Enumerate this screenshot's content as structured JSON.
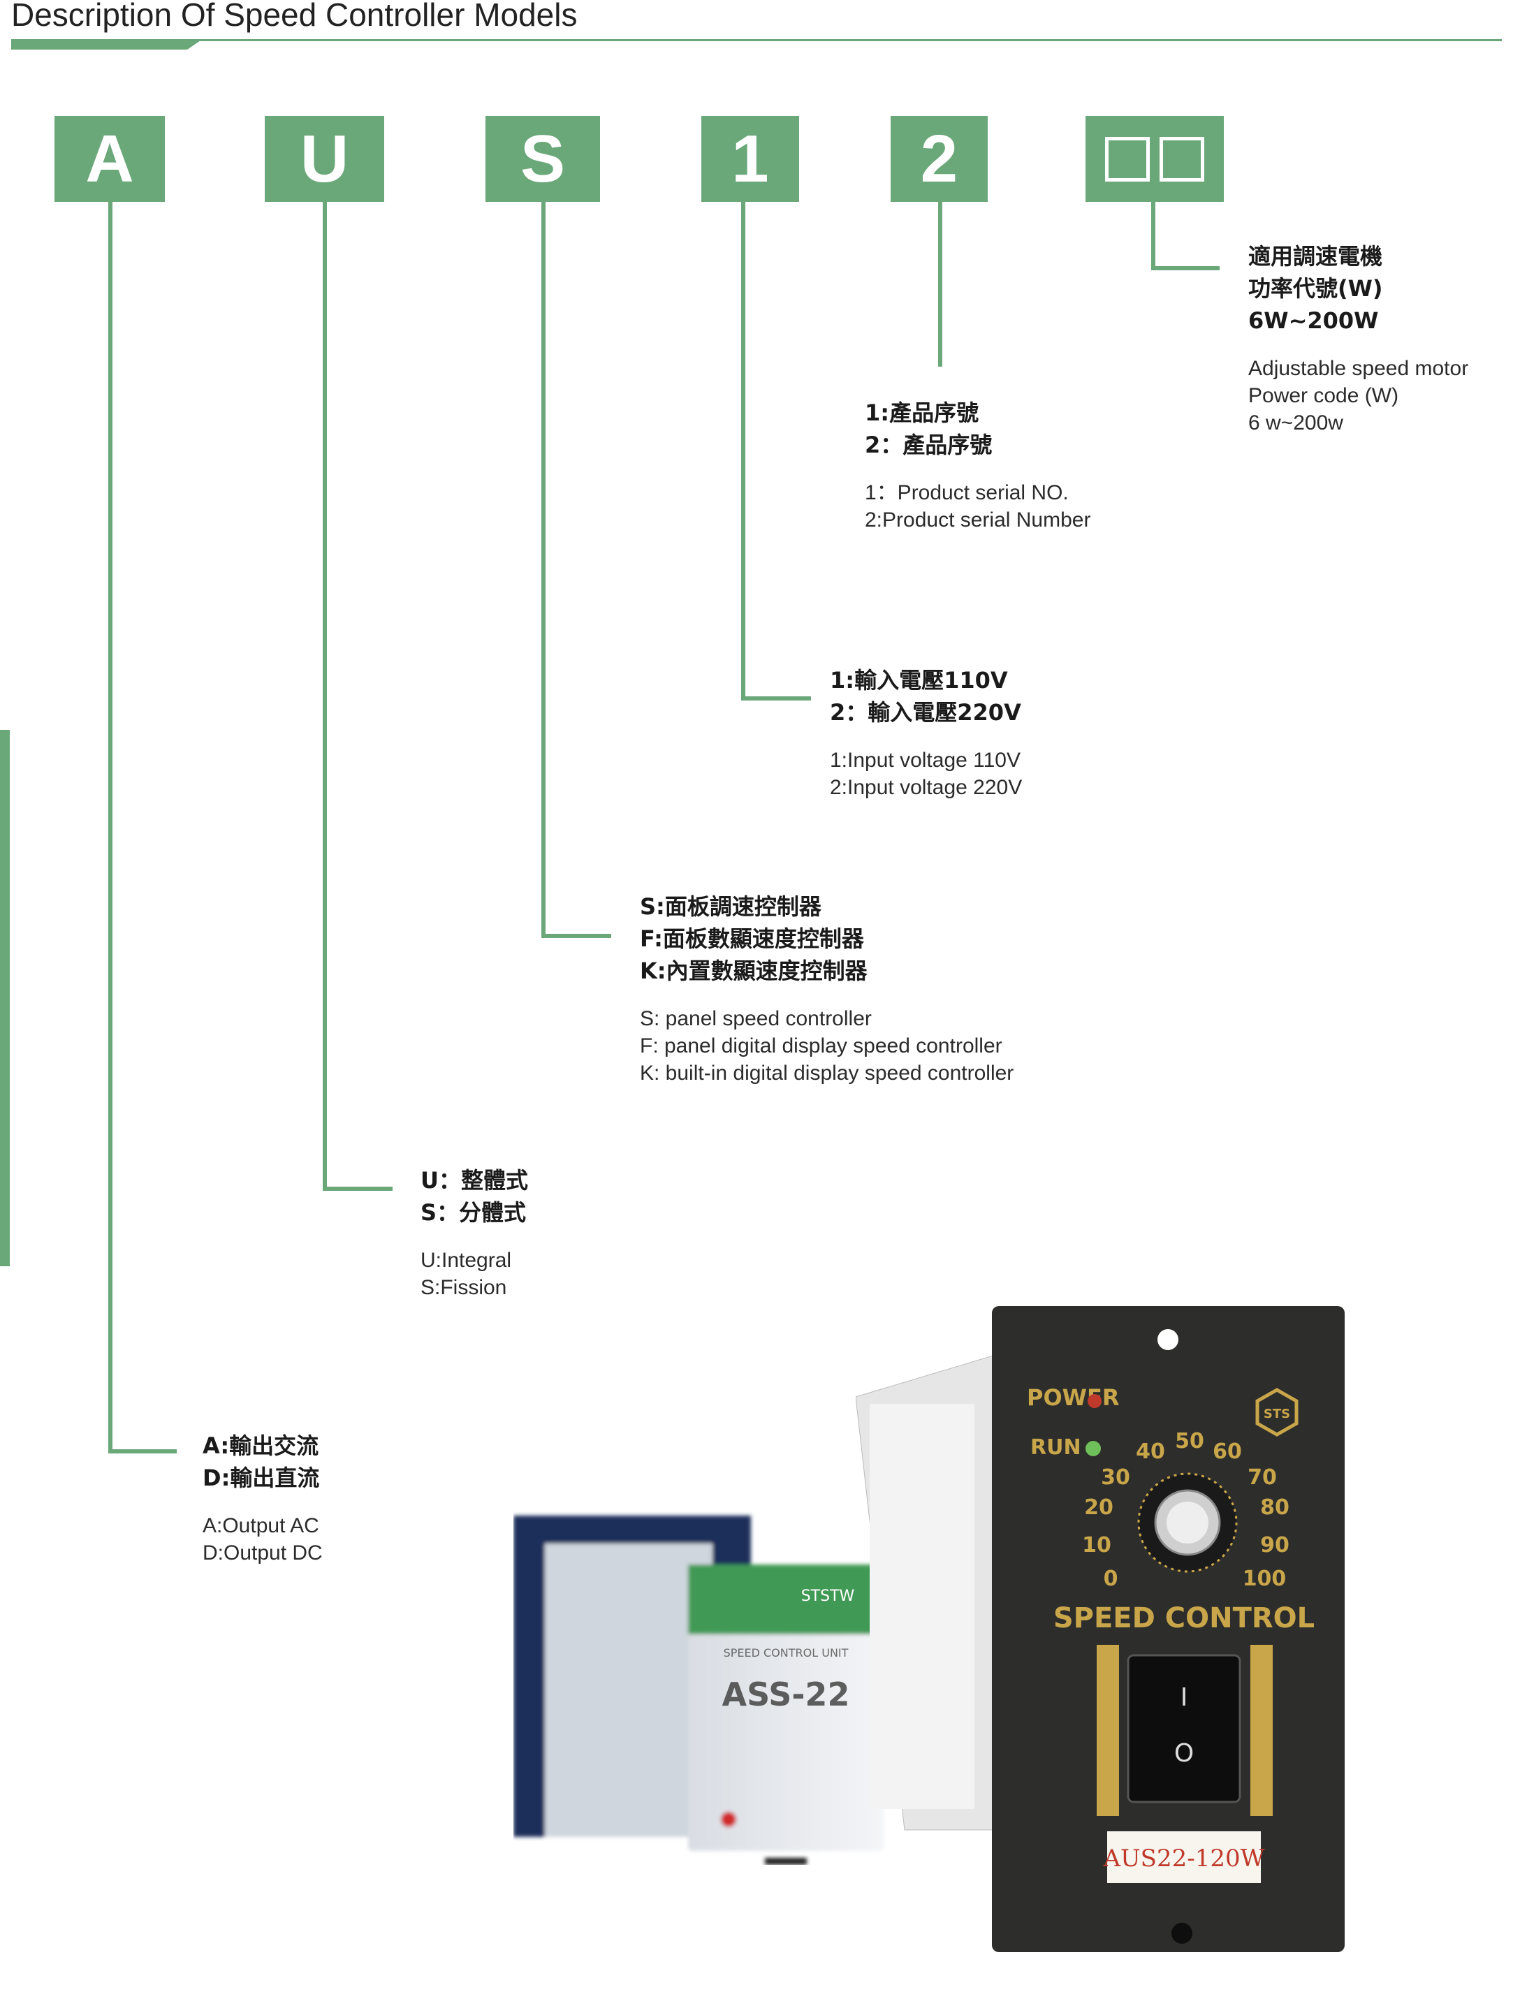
{
  "header": {
    "title": "Description Of Speed Controller Models"
  },
  "code_letters": [
    "A",
    "U",
    "S",
    "1",
    "2",
    "□□"
  ],
  "power_code": {
    "zh": [
      "適用調速電機",
      "功率代號(W)",
      "6W~200W"
    ],
    "en": [
      "Adjustable speed motor",
      "Power code (W)",
      "6 w~200w"
    ]
  },
  "serial": {
    "zh": [
      "1:產品序號",
      "2：產品序號"
    ],
    "en": [
      "1：Product serial NO.",
      "2:Product serial Number"
    ]
  },
  "voltage": {
    "zh": [
      "1:輸入電壓110V",
      "2：輸入電壓220V"
    ],
    "en": [
      "1:Input voltage 110V",
      "2:Input voltage 220V"
    ]
  },
  "controller_type": {
    "zh": [
      "S:面板調速控制器",
      "F:面板數顯速度控制器",
      "K:內置數顯速度控制器"
    ],
    "en": [
      "S: panel speed controller",
      "F: panel digital display speed controller",
      "K: built-in digital display speed controller"
    ]
  },
  "structure": {
    "zh": [
      "U：整體式",
      "S：分體式"
    ],
    "en": [
      "U:Integral",
      "S:Fission"
    ]
  },
  "output": {
    "zh": [
      "A:輸出交流",
      "D:輸出直流"
    ],
    "en": [
      "A:Output AC",
      "D:Output  DC"
    ]
  },
  "product_left": {
    "brand": "STSTW",
    "unit_label": "SPEED CONTROL UNIT",
    "model": "ASS-22"
  },
  "product_right": {
    "power_label": "POWER",
    "run_label": "RUN",
    "dial_numbers": [
      "0",
      "10",
      "20",
      "30",
      "40",
      "50",
      "60",
      "70",
      "80",
      "90",
      "100"
    ],
    "dial_label": "SPEED CONTROL",
    "switch_on": "I",
    "switch_off": "O",
    "model": "AUS22-120W",
    "logo": "STS"
  },
  "colors": {
    "accent": "#6aa87a",
    "panel": "#2d2d2b",
    "gold": "#c9a64a",
    "model_red": "#c0392b"
  }
}
